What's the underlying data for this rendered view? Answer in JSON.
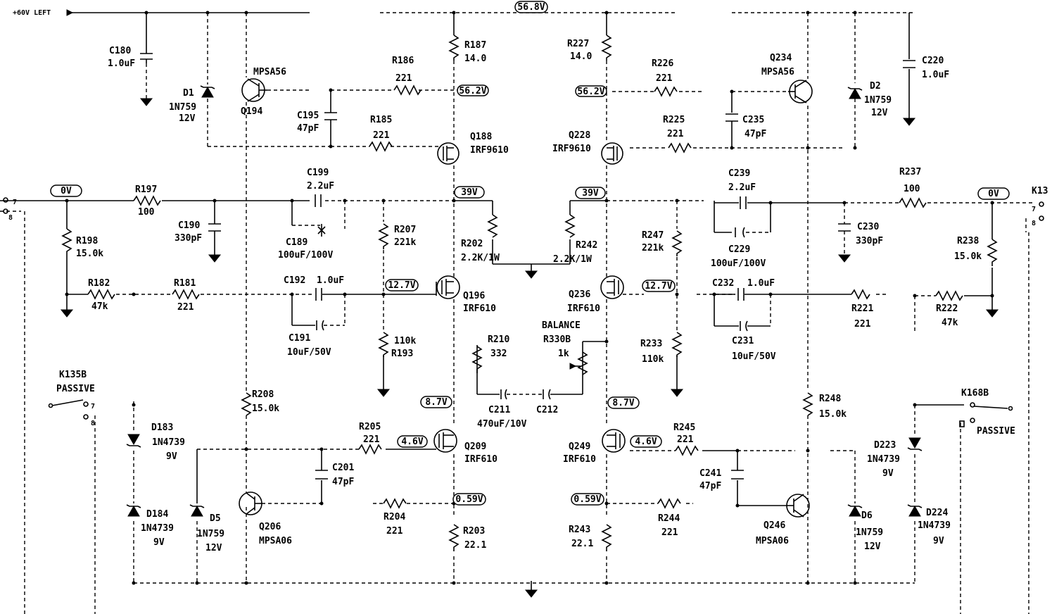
{
  "rail": {
    "label": "+60V LEFT"
  },
  "voltages": {
    "top_rail": "56.8V",
    "q188_source": "56.2V",
    "q228_source": "56.2V",
    "in_left": "0V",
    "in_right": "0V",
    "left_39": "39V",
    "right_39": "39V",
    "left_127": "12.7V",
    "right_127": "12.7V",
    "left_87": "8.7V",
    "right_87": "8.7V",
    "left_46": "4.6V",
    "right_46": "4.6V",
    "left_059": "0.59V",
    "right_059": "0.59V"
  },
  "components": {
    "c180": [
      "C180",
      "1.0uF"
    ],
    "d1": [
      "D1",
      "1N759",
      "12V"
    ],
    "q194": [
      "MPSA56",
      "Q194"
    ],
    "c195": [
      "C195",
      "47pF"
    ],
    "r186": [
      "R186",
      "221"
    ],
    "r185": [
      "R185",
      "221"
    ],
    "r187": [
      "R187",
      "14.0"
    ],
    "q188": [
      "Q188",
      "IRF9610"
    ],
    "r227": [
      "R227",
      "14.0"
    ],
    "q228": [
      "Q228",
      "IRF9610"
    ],
    "r226": [
      "R226",
      "221"
    ],
    "r225": [
      "R225",
      "221"
    ],
    "q234": [
      "Q234",
      "MPSA56"
    ],
    "c235": [
      "C235",
      "47pF"
    ],
    "d2": [
      "D2",
      "1N759",
      "12V"
    ],
    "c220": [
      "C220",
      "1.0uF"
    ],
    "r197": [
      "R197",
      "100"
    ],
    "c190": [
      "C190",
      "330pF"
    ],
    "c199": [
      "C199",
      "2.2uF"
    ],
    "c189": [
      "C189",
      "100uF/100V"
    ],
    "r198": [
      "R198",
      "15.0k"
    ],
    "r207": [
      "R207",
      "221k"
    ],
    "r202": [
      "R202",
      "2.2K/1W"
    ],
    "r242": [
      "R242",
      "2.2K/1W"
    ],
    "r247": [
      "R247",
      "221k"
    ],
    "c239": [
      "C239",
      "2.2uF"
    ],
    "c229": [
      "C229",
      "100uF/100V"
    ],
    "c230": [
      "C230",
      "330pF"
    ],
    "r237": [
      "R237",
      "100"
    ],
    "r238": [
      "R238",
      "15.0k"
    ],
    "k13": [
      "K13"
    ],
    "r182": [
      "R182",
      "47k"
    ],
    "r181": [
      "R181",
      "221"
    ],
    "c192": [
      "C192",
      "1.0uF"
    ],
    "c191": [
      "C191",
      "10uF/50V"
    ],
    "q196": [
      "Q196",
      "IRF610"
    ],
    "q236": [
      "Q236",
      "IRF610"
    ],
    "c232": [
      "C232",
      "1.0uF"
    ],
    "c231": [
      "C231",
      "10uF/50V"
    ],
    "r221": [
      "R221",
      "221"
    ],
    "r222": [
      "R222",
      "47k"
    ],
    "r193": [
      "110k",
      "R193"
    ],
    "r210": [
      "R210",
      "332"
    ],
    "balance": [
      "BALANCE"
    ],
    "r330b": [
      "R330B",
      "1k"
    ],
    "r233": [
      "R233",
      "110k"
    ],
    "c211": [
      "C211",
      "470uF/10V"
    ],
    "c212": [
      "C212"
    ],
    "k135b": [
      "K135B",
      "PASSIVE"
    ],
    "d183": [
      "D183",
      "1N4739",
      "9V"
    ],
    "r208": [
      "R208",
      "15.0k"
    ],
    "r205": [
      "R205",
      "221"
    ],
    "q209": [
      "Q209",
      "IRF610"
    ],
    "q249": [
      "Q249",
      "IRF610"
    ],
    "r245": [
      "R245",
      "221"
    ],
    "r248": [
      "R248",
      "15.0k"
    ],
    "k168b": [
      "K168B",
      "PASSIVE"
    ],
    "d223": [
      "D223",
      "1N4739",
      "9V"
    ],
    "c201": [
      "C201",
      "47pF"
    ],
    "c241": [
      "C241",
      "47pF"
    ],
    "d184": [
      "D184",
      "1N4739",
      "9V"
    ],
    "d5": [
      "D5",
      "1N759",
      "12V"
    ],
    "q206": [
      "Q206",
      "MPSA06"
    ],
    "r204": [
      "R204",
      "221"
    ],
    "r203": [
      "R203",
      "22.1"
    ],
    "r243": [
      "R243",
      "22.1"
    ],
    "r244": [
      "R244",
      "221"
    ],
    "q246": [
      "Q246",
      "MPSA06"
    ],
    "d6": [
      "D6",
      "1N759",
      "12V"
    ],
    "d224": [
      "D224",
      "1N4739",
      "9V"
    ]
  }
}
